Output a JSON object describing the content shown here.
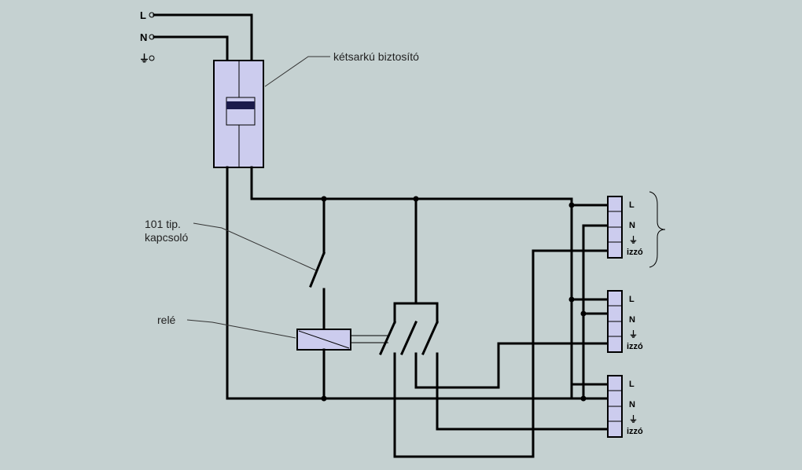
{
  "supply": {
    "phase": "L",
    "neutral": "N",
    "earth": "⏚"
  },
  "labels": {
    "fuse": "kétsarkú biztosító",
    "switch_line1": "101 tip.",
    "switch_line2": "kapcsoló",
    "relay": "relé"
  },
  "outlets": [
    {
      "phase": "L",
      "neutral": "N",
      "earth": "⏚",
      "lamp": "izzó"
    },
    {
      "phase": "L",
      "neutral": "N",
      "earth": "⏚",
      "lamp": "izzó"
    },
    {
      "phase": "L",
      "neutral": "N",
      "earth": "⏚",
      "lamp": "izzó"
    }
  ],
  "colors": {
    "background": "#c5d1d1",
    "component_fill": "#ccccee",
    "fuse_element": "#1a1a4a",
    "wire": "#000000"
  }
}
